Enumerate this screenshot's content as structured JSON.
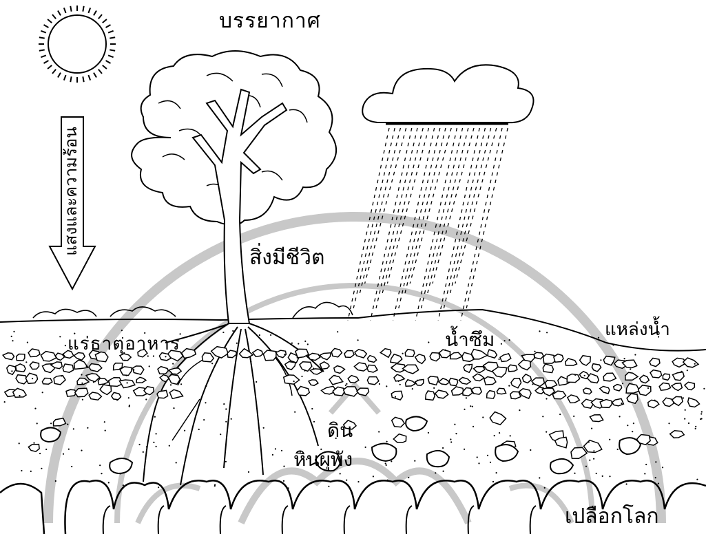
{
  "diagram": {
    "labels": {
      "atmosphere": "บรรยากาศ",
      "light_and_heat": "แสงและความร้อน",
      "living_things": "สิ่งมีชีวิต",
      "nutrient_absorption": "แร่ธาตุอาหาร",
      "seepage_water": "น้ำซึม",
      "water_source": "แหล่งน้ำ",
      "soil": "ดิน",
      "rock": "หินผุพัง",
      "earth_crust": "เปลือกโลก"
    },
    "colors": {
      "ink": "#000000",
      "background": "#ffffff",
      "watermark": "#c8c8c8"
    },
    "icons": [
      "sun-icon",
      "tree-icon",
      "rain-cloud-icon",
      "down-arrow-icon",
      "watermark-seal-icon"
    ]
  }
}
